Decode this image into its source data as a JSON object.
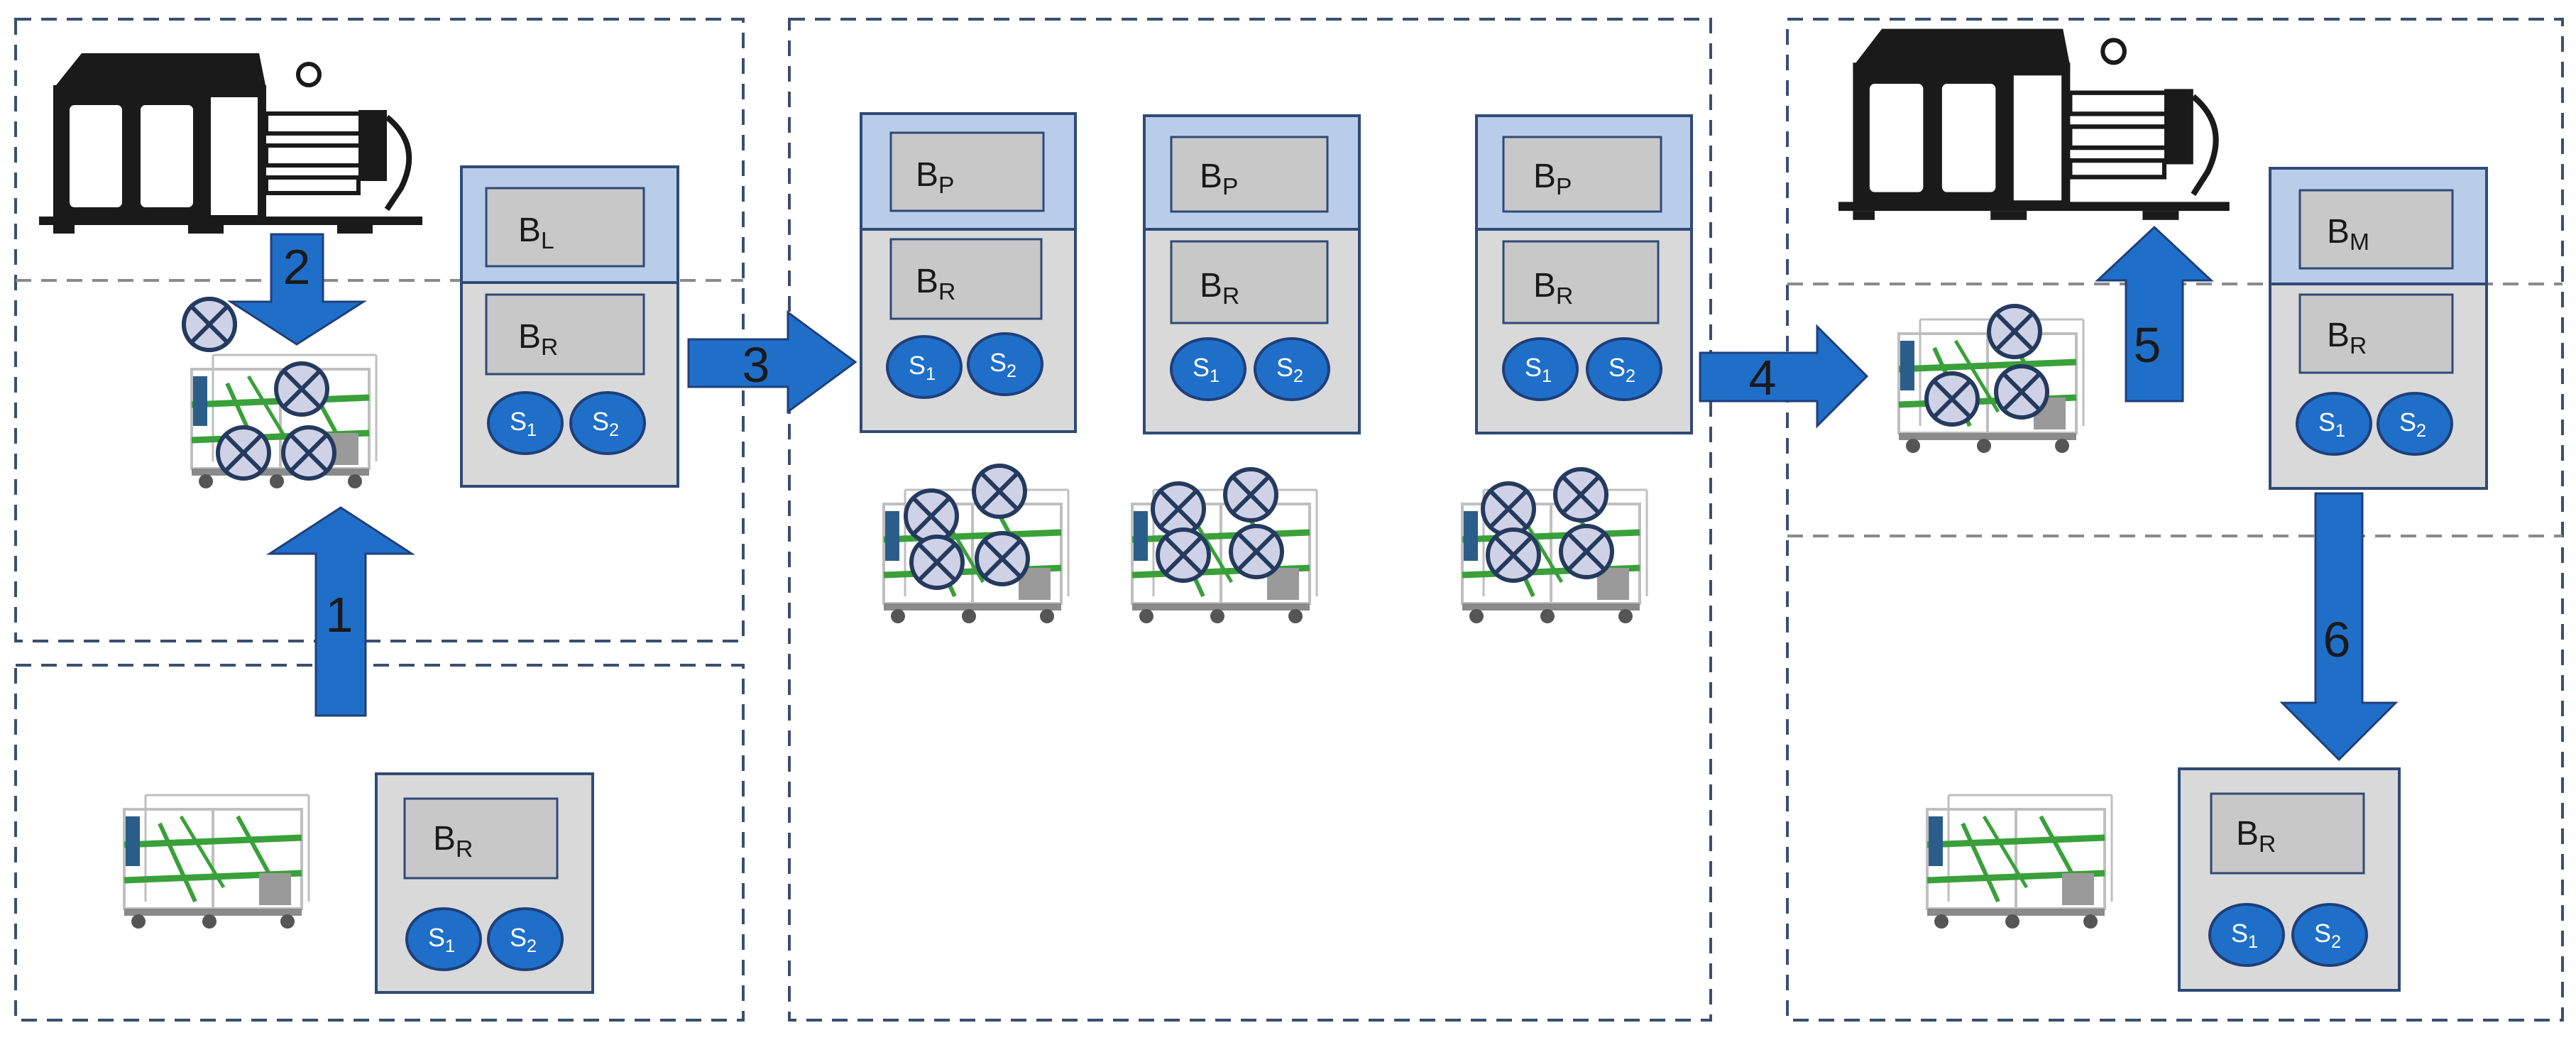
{
  "arrows": {
    "a1": {
      "label": "1"
    },
    "a2": {
      "label": "2"
    },
    "a3": {
      "label": "3"
    },
    "a4": {
      "label": "4"
    },
    "a5": {
      "label": "5"
    },
    "a6": {
      "label": "6"
    }
  },
  "buffers": {
    "left_top": {
      "upper": "B",
      "upper_sub": "L",
      "lower": "B",
      "lower_sub": "R"
    },
    "left_bottom": {
      "lower": "B",
      "lower_sub": "R"
    },
    "mid_1": {
      "upper": "B",
      "upper_sub": "P",
      "lower": "B",
      "lower_sub": "R"
    },
    "mid_2": {
      "upper": "B",
      "upper_sub": "P",
      "lower": "B",
      "lower_sub": "R"
    },
    "mid_3": {
      "upper": "B",
      "upper_sub": "P",
      "lower": "B",
      "lower_sub": "R"
    },
    "right_top": {
      "upper": "B",
      "upper_sub": "M",
      "lower": "B",
      "lower_sub": "R"
    },
    "right_bottom": {
      "lower": "B",
      "lower_sub": "R"
    }
  },
  "slots": {
    "s1": "S",
    "s1_sub": "1",
    "s2": "S",
    "s2_sub": "2"
  },
  "colors": {
    "arrow": "#1f6fc9",
    "slot": "#1f6fc9",
    "buffer_top": "#b9cdea",
    "buffer_body": "#d9d9d9",
    "frame": "#3a4f70",
    "rack": "#3aa03a"
  },
  "icons": {
    "machine": "injection-machine-icon",
    "rack": "storage-rack-icon",
    "part": "part-token-icon"
  }
}
